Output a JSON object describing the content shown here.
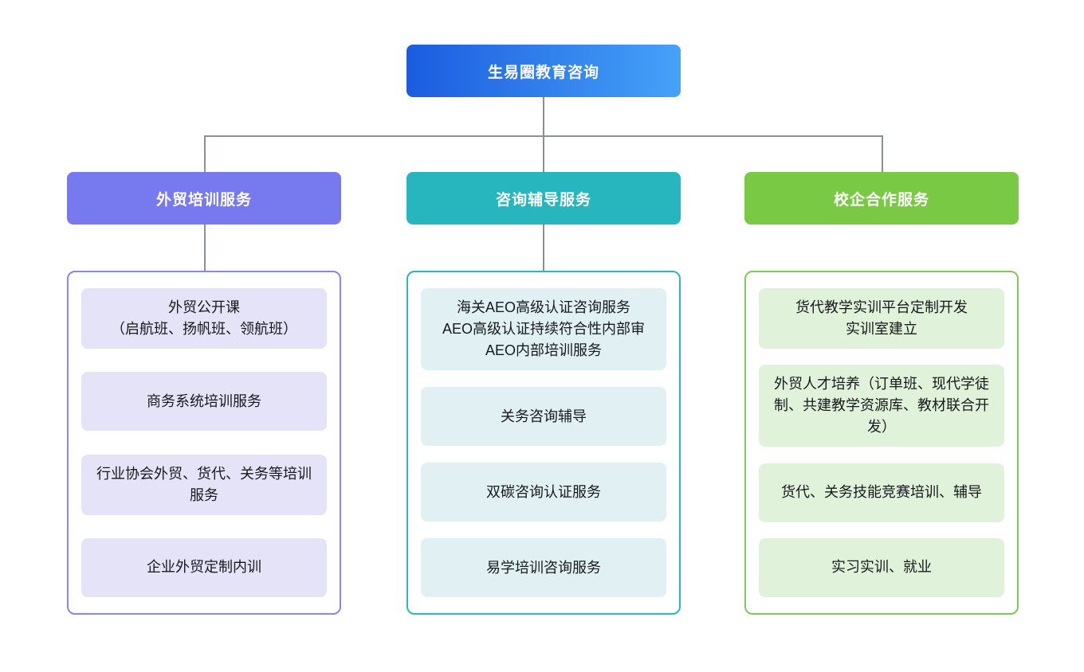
{
  "root": {
    "label": "生易圈教育咨询"
  },
  "branches": [
    {
      "id": "trade-training",
      "label": "外贸培训服务",
      "accent": "#7779ef",
      "container_border": "#8487f0",
      "item_bg": "#e5e3f8",
      "items": [
        "外贸公开课\n（启航班、扬帆班、领航班）",
        "商务系统培训服务",
        "行业协会外贸、货代、关务等培训服务",
        "企业外贸定制内训"
      ]
    },
    {
      "id": "consulting-coaching",
      "label": "咨询辅导服务",
      "accent": "#27b6bd",
      "container_border": "#2cb8bf",
      "item_bg": "#e1f1f3",
      "items": [
        "海关AEO高级认证咨询服务\nAEO高级认证持续符合性内部审\nAEO内部培训服务",
        "关务咨询辅导",
        "双碳咨询认证服务",
        "易学培训咨询服务"
      ]
    },
    {
      "id": "school-enterprise",
      "label": "校企合作服务",
      "accent": "#79c944",
      "container_border": "#7fca57",
      "item_bg": "#e1f2db",
      "items": [
        "货代教学实训平台定制开发\n实训室建立",
        "外贸人才培养（订单班、现代学徒制、共建教学资源库、教材联合开发）",
        "货代、关务技能竞赛培训、辅导",
        "实习实训、就业"
      ]
    }
  ],
  "colors": {
    "root_gradient_start": "#1b5ce0",
    "root_gradient_end": "#46a2f8",
    "connector": "#87909b",
    "background": "#ffffff",
    "item_text": "#17191c"
  }
}
